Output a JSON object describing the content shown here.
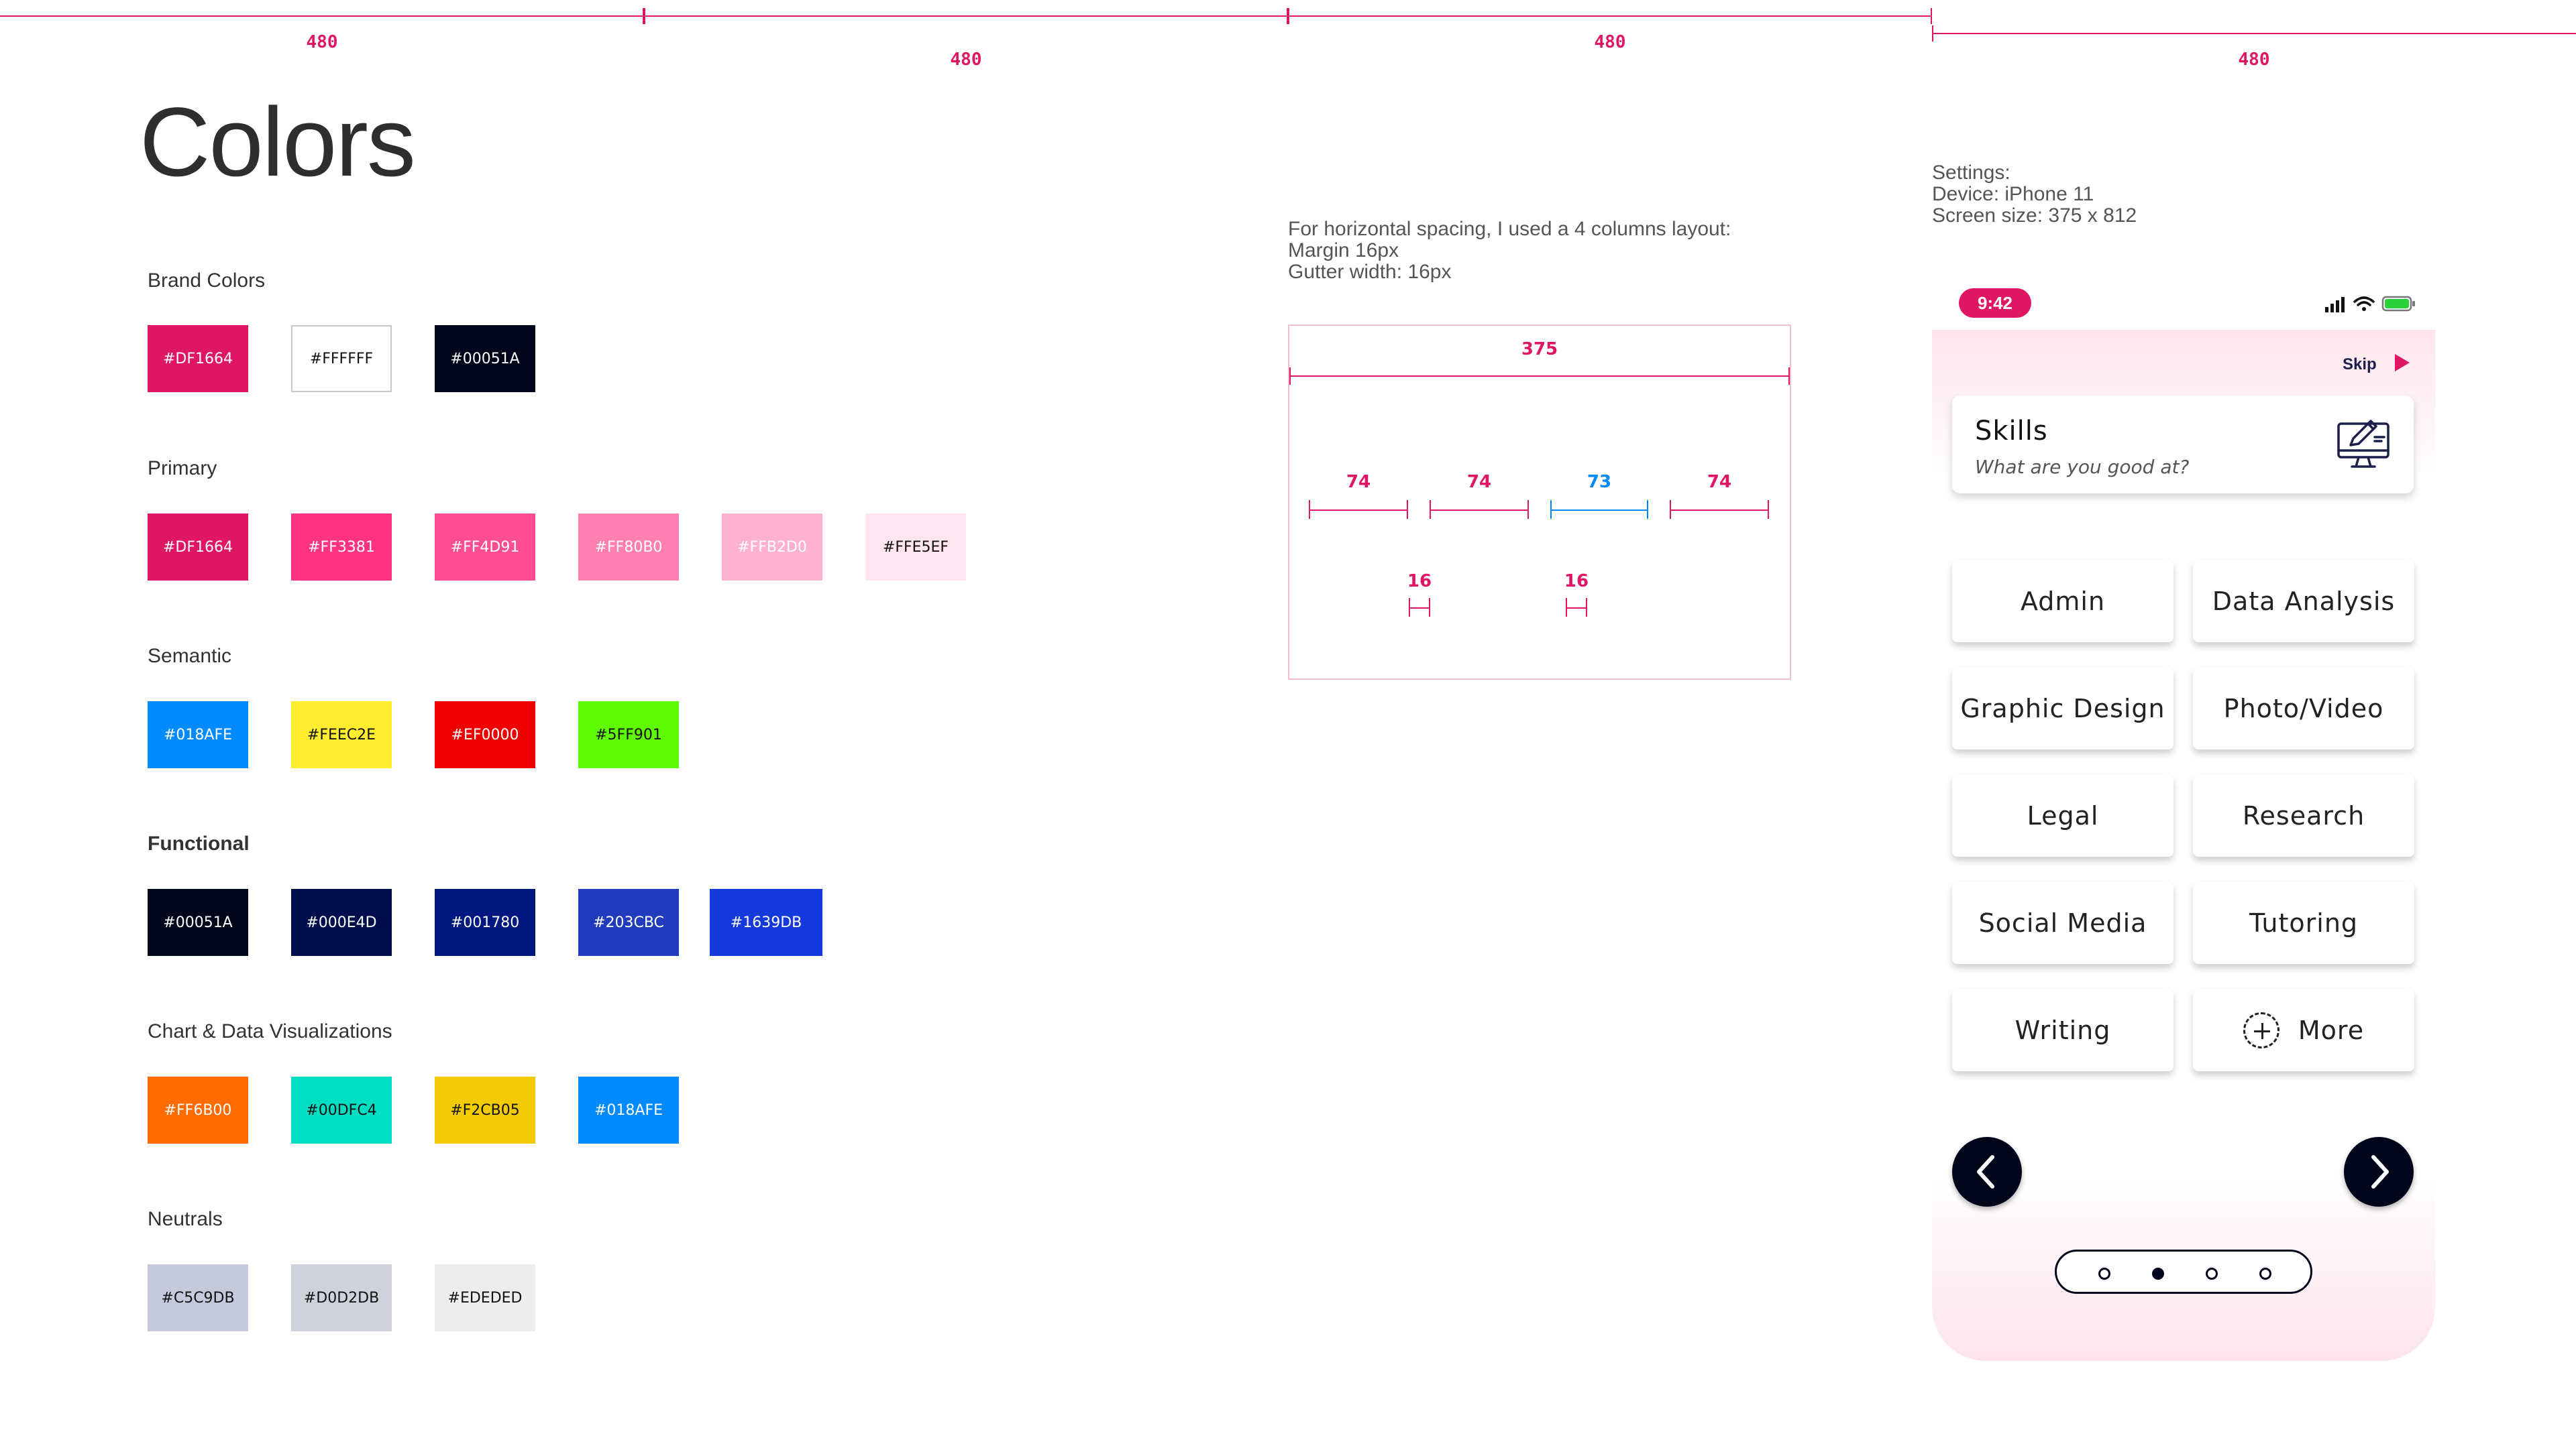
{
  "rulers": [
    "480",
    "480",
    "480",
    "480"
  ],
  "title": "Colors",
  "groups": {
    "brand": {
      "label": "Brand Colors",
      "swatches": [
        "#DF1664",
        "#FFFFFF",
        "#00051A"
      ]
    },
    "primary": {
      "label": "Primary",
      "swatches": [
        "#DF1664",
        "#FF3381",
        "#FF4D91",
        "#FF80B0",
        "#FFB2D0",
        "#FFE5EF"
      ]
    },
    "semantic": {
      "label": "Semantic",
      "swatches": [
        "#018AFE",
        "#FEEC2E",
        "#EF0000",
        "#5FF901"
      ]
    },
    "functional": {
      "label": "Functional",
      "swatches": [
        "#00051A",
        "#000E4D",
        "#001780",
        "#203CBC",
        "#1639DB"
      ]
    },
    "chart": {
      "label": "Chart & Data Visualizations",
      "swatches": [
        "#FF6B00",
        "#00DFC4",
        "#F2CB05",
        "#018AFE"
      ]
    },
    "neutrals": {
      "label": "Neutrals",
      "swatches": [
        "#C5C9DB",
        "#D0D2DB",
        "#EDEDED"
      ]
    }
  },
  "spacing_note": {
    "line1": "For horizontal spacing, I used a 4 columns layout:",
    "line2": "Margin 16px",
    "line3": "Gutter width: 16px"
  },
  "spec": {
    "width": "375",
    "columns": [
      "74",
      "74",
      "73",
      "74"
    ],
    "gutters": [
      "16",
      "16"
    ]
  },
  "settings": {
    "line1": "Settings:",
    "line2": "Device: iPhone 11",
    "line3": "Screen size: 375 x 812"
  },
  "phone": {
    "time": "9:42",
    "skip": "Skip",
    "card_title": "Skills",
    "card_subtitle": "What are you good at?",
    "skills": [
      "Admin",
      "Data Analysis",
      "Graphic Design",
      "Photo/Video",
      "Legal",
      "Research",
      "Social Media",
      "Tutoring",
      "Writing"
    ],
    "more": "More"
  },
  "colors": {
    "accent": "#DF1664",
    "navy": "#00051A",
    "blue": "#018AFE"
  }
}
